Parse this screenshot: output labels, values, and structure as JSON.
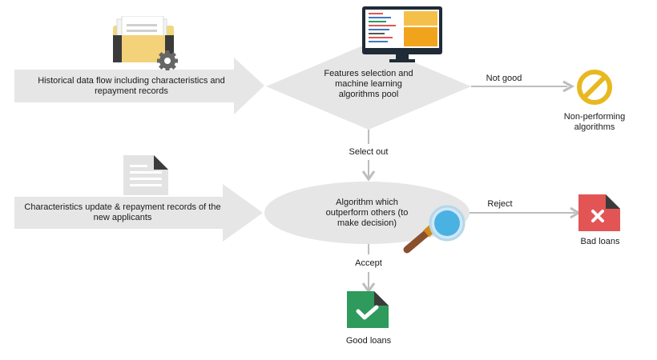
{
  "inputs": {
    "historical": "Historical data flow including characteristics and repayment records",
    "new_applicants": "Characteristics update & repayment records of the new applicants"
  },
  "nodes": {
    "feature_selection": "Features selection and machine learning algorithms pool",
    "algorithm": "Algorithm which outperform others (to make decision)"
  },
  "edges": {
    "not_good": "Not good",
    "select_out": "Select out",
    "reject": "Reject",
    "accept": "Accept"
  },
  "outputs": {
    "non_performing": "Non-performing algorithms",
    "bad_loans": "Bad loans",
    "good_loans": "Good loans"
  },
  "icons": {
    "folder": "folder-with-gear-icon",
    "monitor": "computer-monitor-icon",
    "document": "document-icon",
    "magnifier": "magnifying-glass-icon",
    "forbidden": "forbidden-sign-icon",
    "bad": "red-x-file-icon",
    "good": "green-check-file-icon"
  },
  "colors": {
    "shape_fill": "#e6e6e6",
    "connector": "#bdbdbd",
    "forbidden": "#e8b820",
    "bad": "#e35555",
    "good": "#2e9a5b",
    "screen_accent": "#f2a31c"
  }
}
